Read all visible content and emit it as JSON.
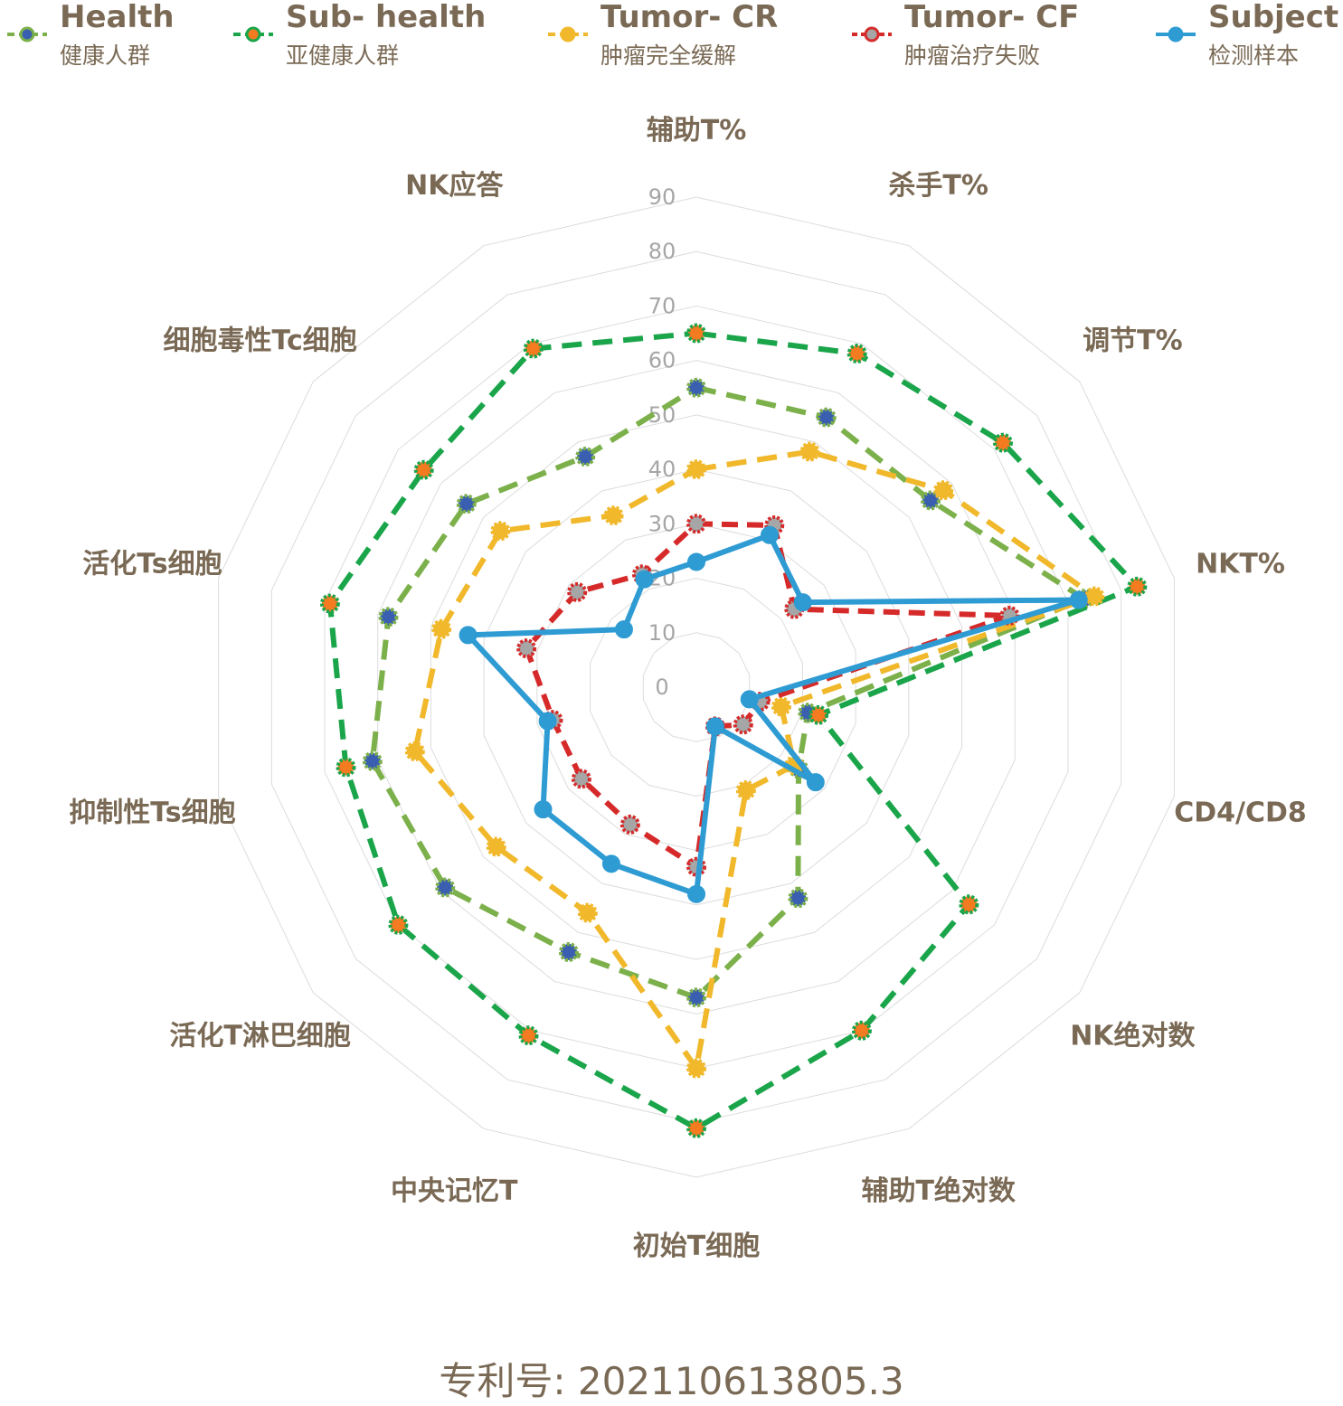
{
  "chart_data": {
    "type": "radar",
    "axes": [
      "辅助T%",
      "杀手T%",
      "调节T%",
      "NKT%",
      "CD4/CD8",
      "NK绝对数",
      "辅助T绝对数",
      "初始T细胞",
      "中央记忆T",
      "活化T淋巴细胞",
      "抑制性Ts细胞",
      "活化Ts细胞",
      "细胞毒性Tc细胞",
      "NK应答"
    ],
    "range": [
      0,
      90
    ],
    "ticks": [
      0,
      10,
      20,
      30,
      40,
      50,
      60,
      70,
      80,
      90
    ],
    "series": [
      {
        "name": "Health",
        "name_zh": "健康人群",
        "color": "#7cb04a",
        "marker": "#3b5fb0",
        "dash": "dashed",
        "values": [
          55,
          55,
          55,
          73,
          21,
          24,
          43,
          57,
          54,
          59,
          61,
          58,
          54,
          47
        ]
      },
      {
        "name": "Sub- health",
        "name_zh": "亚健康人群",
        "color": "#1aa54a",
        "marker": "#f47b20",
        "dash": "dashed",
        "values": [
          65,
          68,
          72,
          83,
          23,
          64,
          70,
          81,
          71,
          70,
          66,
          69,
          64,
          69
        ]
      },
      {
        "name": "Tumor- CR",
        "name_zh": "肿瘤完全缓解",
        "color": "#f0b82a",
        "marker": "#f0b82a",
        "dash": "dashed",
        "values": [
          40,
          48,
          58,
          75,
          16,
          23,
          21,
          70,
          46,
          47,
          53,
          48,
          46,
          35
        ]
      },
      {
        "name": "Tumor- CF",
        "name_zh": "肿瘤治疗失败",
        "color": "#d62a2a",
        "marker": "#a6a6a6",
        "dash": "dotted",
        "values": [
          30,
          33,
          23,
          59,
          12,
          11,
          8,
          33,
          28,
          27,
          27,
          32,
          28,
          23
        ]
      },
      {
        "name": "Subject",
        "name_zh": "检测样本",
        "color": "#2e9bd3",
        "marker": "#2e9bd3",
        "dash": "solid",
        "values": [
          23,
          31,
          25,
          72,
          10,
          28,
          8,
          38,
          36,
          36,
          28,
          43,
          17,
          22
        ]
      }
    ]
  },
  "footer": "专利号: 202110613805.3"
}
